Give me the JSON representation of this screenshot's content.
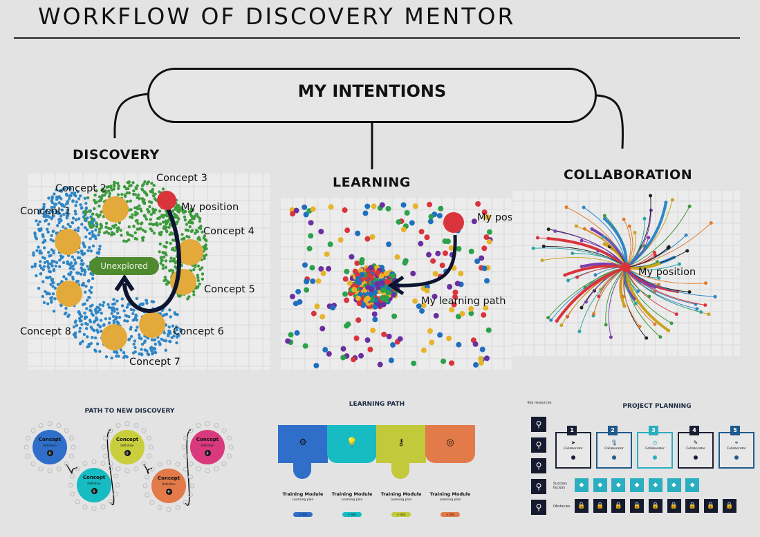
{
  "title": "WORKFLOW OF DISCOVERY MENTOR",
  "center_node": "MY INTENTIONS",
  "branches": {
    "discovery": {
      "label": "DISCOVERY",
      "concepts": [
        "Concept 1",
        "Concept 2",
        "Concept 3",
        "Concept 4",
        "Concept 5",
        "Concept 6",
        "Concept 7",
        "Concept 8"
      ],
      "position_label": "My position",
      "unexplored_label": "Unexplored"
    },
    "learning": {
      "label": "LEARNING",
      "position_label": "My position",
      "path_label": "My learning path"
    },
    "collaboration": {
      "label": "COLLABORATION",
      "position_label": "My position"
    }
  },
  "path_to_discovery": {
    "title": "PATH TO NEW DISCOVERY",
    "nodes": [
      {
        "title": "Concept",
        "sub": "Definition",
        "color": "#2f6fc9"
      },
      {
        "title": "Concept",
        "sub": "Definition",
        "color": "#17bcc2"
      },
      {
        "title": "Concept",
        "sub": "Definition",
        "color": "#c9cf3c"
      },
      {
        "title": "Concept",
        "sub": "Definition",
        "color": "#e27a4a"
      },
      {
        "title": "Concept",
        "sub": "Definition",
        "color": "#d83a7d"
      }
    ]
  },
  "learning_path": {
    "title": "LEARNING PATH",
    "modules": [
      {
        "title": "Training Module",
        "sub": "Learning plan",
        "button": "+ Info",
        "color": "#2f6fc9",
        "icon": "gears-icon"
      },
      {
        "title": "Training Module",
        "sub": "Learning plan",
        "button": "+ Info",
        "color": "#17bcc2",
        "icon": "lightbulb-icon"
      },
      {
        "title": "Training Module",
        "sub": "Learning plan",
        "button": "+ Info",
        "color": "#c2c93a",
        "icon": "key-icon"
      },
      {
        "title": "Training Module",
        "sub": "Learning plan",
        "button": "+ Info",
        "color": "#e27a4a",
        "icon": "compass-icon"
      }
    ]
  },
  "project_planning": {
    "title": "PROJECT PLANNING",
    "key_resources_label": "Key resources",
    "success_label": "Success factors",
    "obstacles_label": "Obstacles",
    "steps": [
      {
        "num": "1",
        "label": "Collaborator",
        "color": "#1a1f33",
        "icon": "send-icon"
      },
      {
        "num": "2",
        "label": "Collaborator",
        "color": "#1f5a8c",
        "icon": "mic-icon"
      },
      {
        "num": "3",
        "label": "Collaborator",
        "color": "#2aaec0",
        "icon": "clock-icon"
      },
      {
        "num": "4",
        "label": "Collaborator",
        "color": "#1a1f33",
        "icon": "pen-icon"
      },
      {
        "num": "5",
        "label": "Collaborator",
        "color": "#1f5a8c",
        "icon": "clip-icon"
      }
    ],
    "success_count": 7,
    "obstacle_count": 9,
    "resource_count": 5
  },
  "colors": {
    "accent_red": "#d9343b",
    "concept_orange": "#e3a93a",
    "unexplored_green": "#4f8a2e",
    "dark": "#111111"
  }
}
